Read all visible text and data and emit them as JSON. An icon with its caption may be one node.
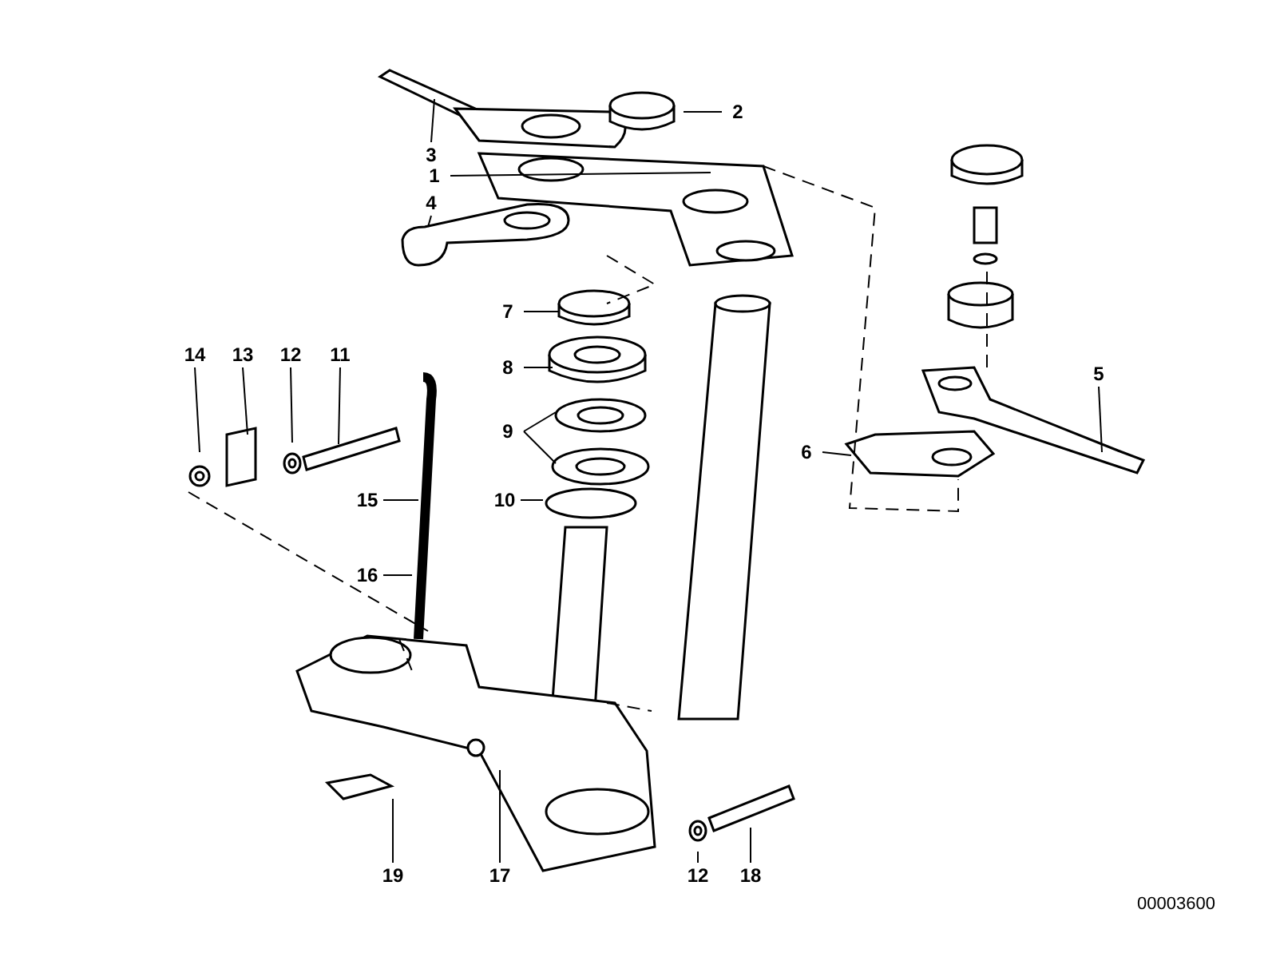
{
  "diagram": {
    "nodes": [
      {
        "text": [
          "2"
        ]
      },
      {
        "text": [
          "3"
        ]
      },
      {
        "text": [
          "1"
        ]
      },
      {
        "text": [
          "4"
        ]
      },
      {
        "text": [
          "7"
        ]
      },
      {
        "text": [
          "5"
        ]
      },
      {
        "text": [
          "8"
        ]
      },
      {
        "text": [
          "14"
        ]
      },
      {
        "text": [
          "13"
        ]
      },
      {
        "text": [
          "12"
        ]
      },
      {
        "text": [
          "11"
        ]
      },
      {
        "text": [
          "9"
        ]
      },
      {
        "text": [
          "6"
        ]
      },
      {
        "text": [
          "15"
        ]
      },
      {
        "text": [
          "10"
        ]
      },
      {
        "text": [
          "16"
        ]
      },
      {
        "text": [
          "19"
        ]
      },
      {
        "text": [
          "17"
        ]
      },
      {
        "text": [
          "12"
        ]
      },
      {
        "text": [
          "18"
        ]
      }
    ],
    "edges": [
      {
        "from": 0,
        "to": null,
        "arrow": "none"
      },
      {
        "from": 1,
        "to": null,
        "arrow": "none"
      },
      {
        "from": 2,
        "to": null,
        "arrow": "none"
      },
      {
        "from": 3,
        "to": null,
        "arrow": "none"
      },
      {
        "from": 4,
        "to": null,
        "arrow": "none"
      },
      {
        "from": 5,
        "to": null,
        "arrow": "none"
      },
      {
        "from": 6,
        "to": null,
        "arrow": "none"
      },
      {
        "from": 7,
        "to": null,
        "arrow": "none"
      },
      {
        "from": 8,
        "to": null,
        "arrow": "none"
      },
      {
        "from": 9,
        "to": null,
        "arrow": "none"
      },
      {
        "from": 10,
        "to": null,
        "arrow": "none"
      },
      {
        "from": 11,
        "to": null,
        "arrow": "none"
      },
      {
        "from": 11,
        "to": null,
        "arrow": "none"
      },
      {
        "from": 12,
        "to": null,
        "arrow": "none"
      },
      {
        "from": 13,
        "to": null,
        "arrow": "none"
      },
      {
        "from": 14,
        "to": null,
        "arrow": "none"
      },
      {
        "from": 15,
        "to": null,
        "arrow": "none"
      },
      {
        "from": 16,
        "to": null,
        "arrow": "none"
      },
      {
        "from": 17,
        "to": null,
        "arrow": "none"
      },
      {
        "from": 18,
        "to": null,
        "arrow": "none"
      },
      {
        "from": 19,
        "to": null,
        "arrow": "none"
      }
    ],
    "labels": [
      "00003600"
    ]
  }
}
